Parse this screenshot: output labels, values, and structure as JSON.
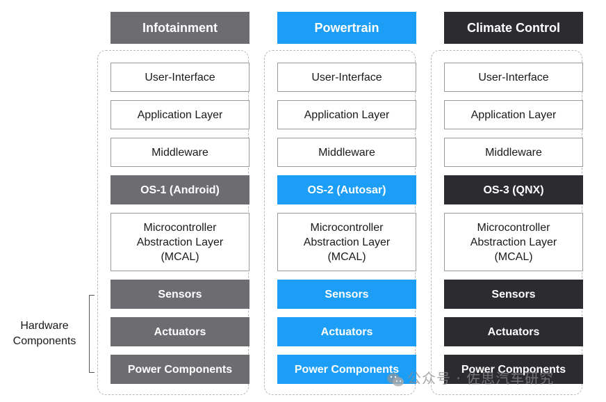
{
  "columns": [
    {
      "header": "Infotainment",
      "color": "#6c6c71",
      "layers": {
        "ui": "User-Interface",
        "app": "Application Layer",
        "middleware": "Middleware",
        "os": "OS-1 (Android)",
        "mcal_1": "Microcontroller",
        "mcal_2": "Abstraction Layer",
        "mcal_3": "(MCAL)",
        "sensors": "Sensors",
        "actuators": "Actuators",
        "power": "Power Components"
      }
    },
    {
      "header": "Powertrain",
      "color": "#1c9ef6",
      "layers": {
        "ui": "User-Interface",
        "app": "Application Layer",
        "middleware": "Middleware",
        "os": "OS-2 (Autosar)",
        "mcal_1": "Microcontroller",
        "mcal_2": "Abstraction Layer",
        "mcal_3": "(MCAL)",
        "sensors": "Sensors",
        "actuators": "Actuators",
        "power": "Power Components"
      }
    },
    {
      "header": "Climate Control",
      "color": "#2b2b30",
      "layers": {
        "ui": "User-Interface",
        "app": "Application Layer",
        "middleware": "Middleware",
        "os": "OS-3 (QNX)",
        "mcal_1": "Microcontroller",
        "mcal_2": "Abstraction Layer",
        "mcal_3": "(MCAL)",
        "sensors": "Sensors",
        "actuators": "Actuators",
        "power": "Power Components"
      }
    }
  ],
  "hardware_label_1": "Hardware",
  "hardware_label_2": "Components",
  "watermark": "公众号 · 佐思汽车研究",
  "watermark_icon": "wechat-icon"
}
